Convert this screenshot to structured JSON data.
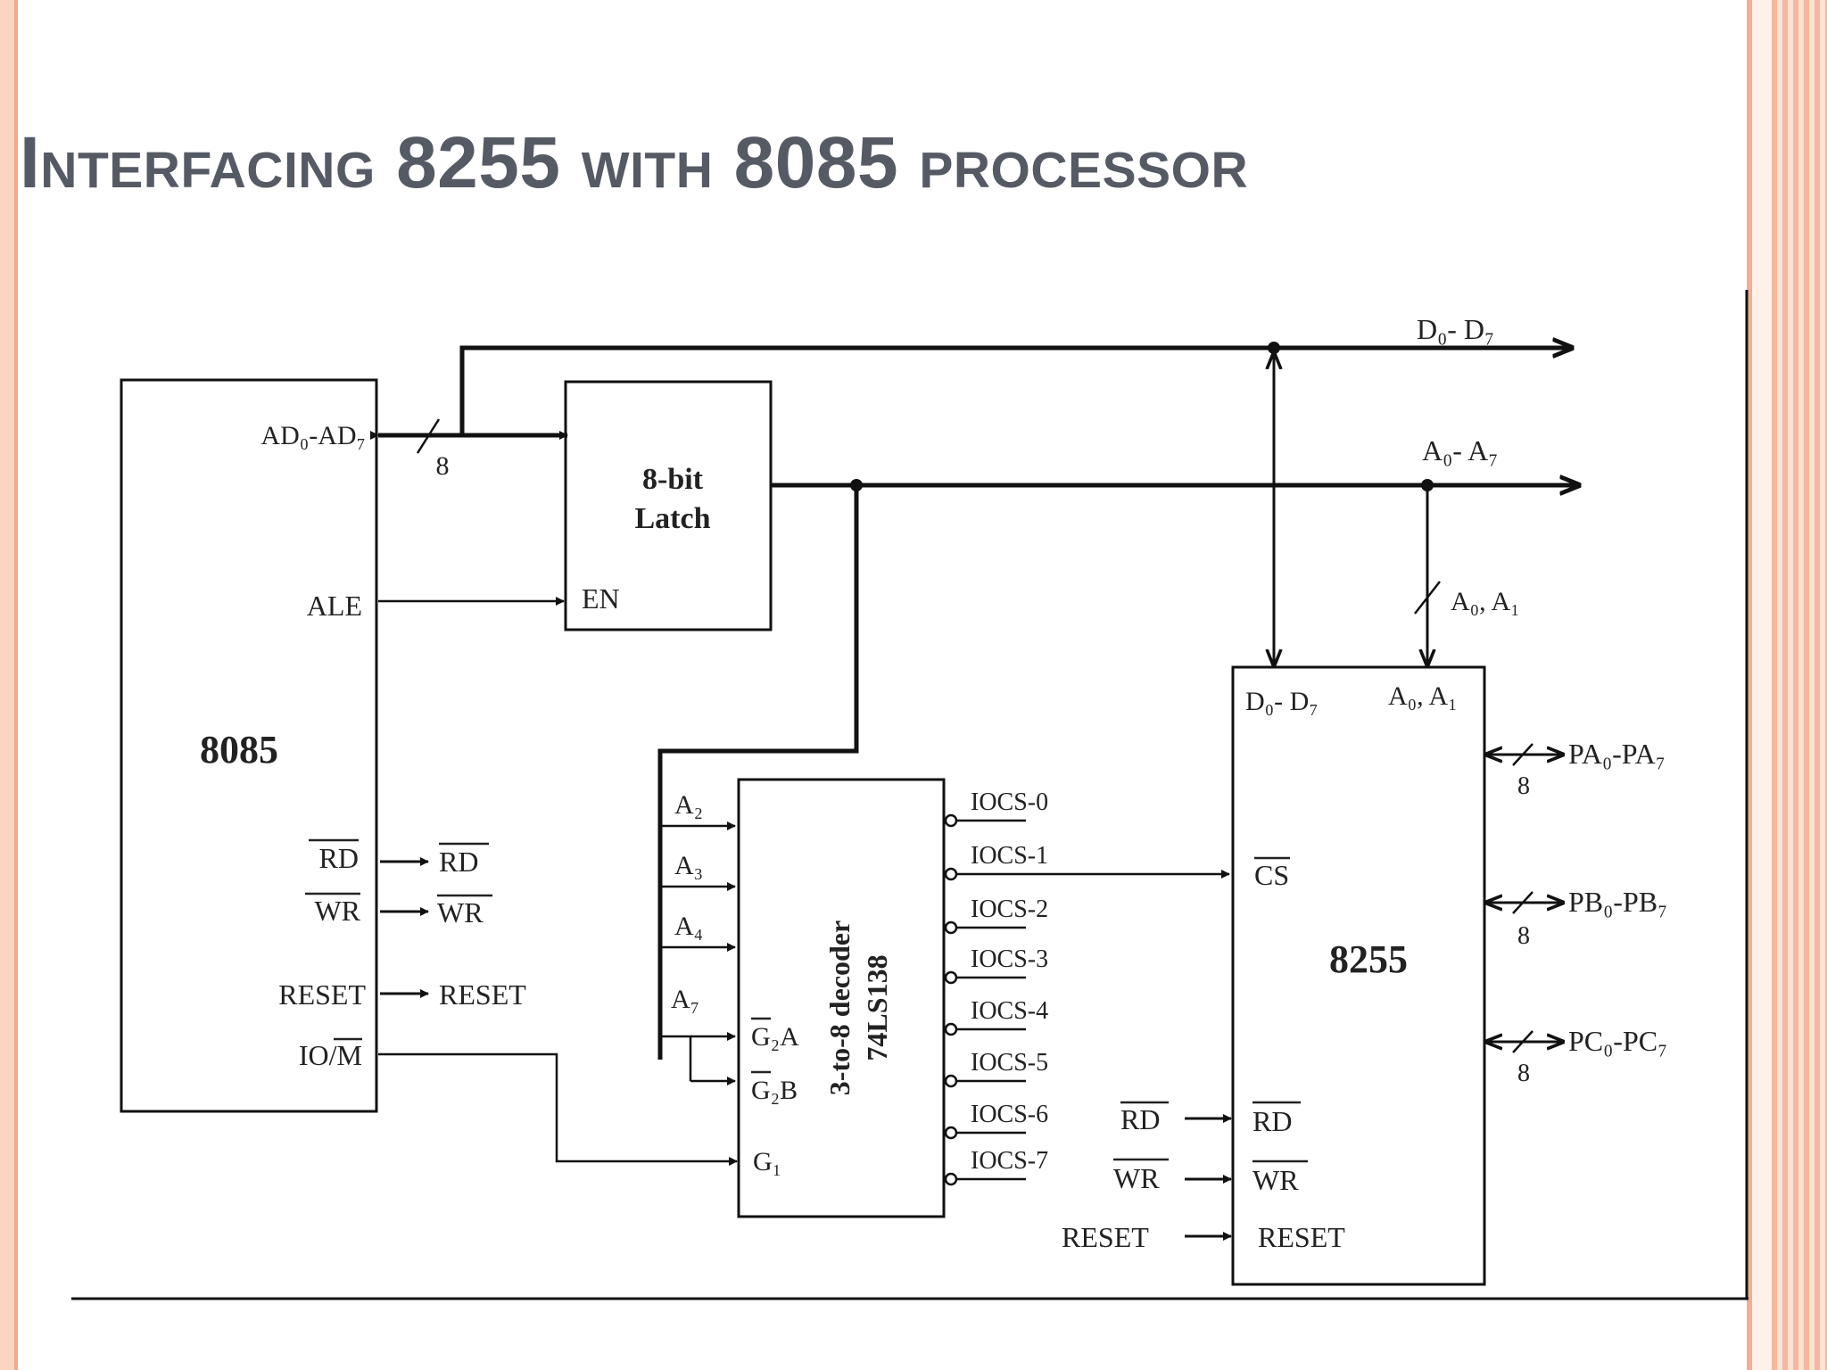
{
  "title": "Interfacing 8255 with 8085 processor",
  "diagram": {
    "cpu": {
      "name": "8085",
      "pins": {
        "ad": "AD₀-AD₇",
        "ale": "ALE",
        "rd": "RD",
        "wr": "WR",
        "reset": "RESET",
        "iom": "IO/M"
      }
    },
    "bus_width": "8",
    "latch": {
      "line1": "8-bit",
      "line2": "Latch",
      "en": "EN"
    },
    "cpu_outputs": {
      "rd": "RD",
      "wr": "WR",
      "reset": "RESET"
    },
    "buses": {
      "data": "D₀- D₇",
      "address": "A₀- A₇",
      "address_tap": "A₀, A₁"
    },
    "decoder": {
      "line1": "3-to-8 decoder",
      "line2": "74LS138",
      "inputs": [
        "A₂",
        "A₃",
        "A₄",
        "A₇"
      ],
      "enables": [
        "G₂A",
        "G₂B",
        "G₁"
      ],
      "outputs": [
        "IOCS-0",
        "IOCS-1",
        "IOCS-2",
        "IOCS-3",
        "IOCS-4",
        "IOCS-5",
        "IOCS-6",
        "IOCS-7"
      ]
    },
    "ppi": {
      "name": "8255",
      "pins": {
        "data": "D₀- D₇",
        "addr": "A₀, A₁",
        "cs": "CS",
        "rd": "RD",
        "wr": "WR",
        "reset": "RESET"
      },
      "ext_inputs": {
        "rd": "RD",
        "wr": "WR",
        "reset": "RESET"
      },
      "ports": [
        {
          "label": "PA₀-PA₇",
          "width": "8"
        },
        {
          "label": "PB₀-PB₇",
          "width": "8"
        },
        {
          "label": "PC₀-PC₇",
          "width": "8"
        }
      ]
    }
  }
}
